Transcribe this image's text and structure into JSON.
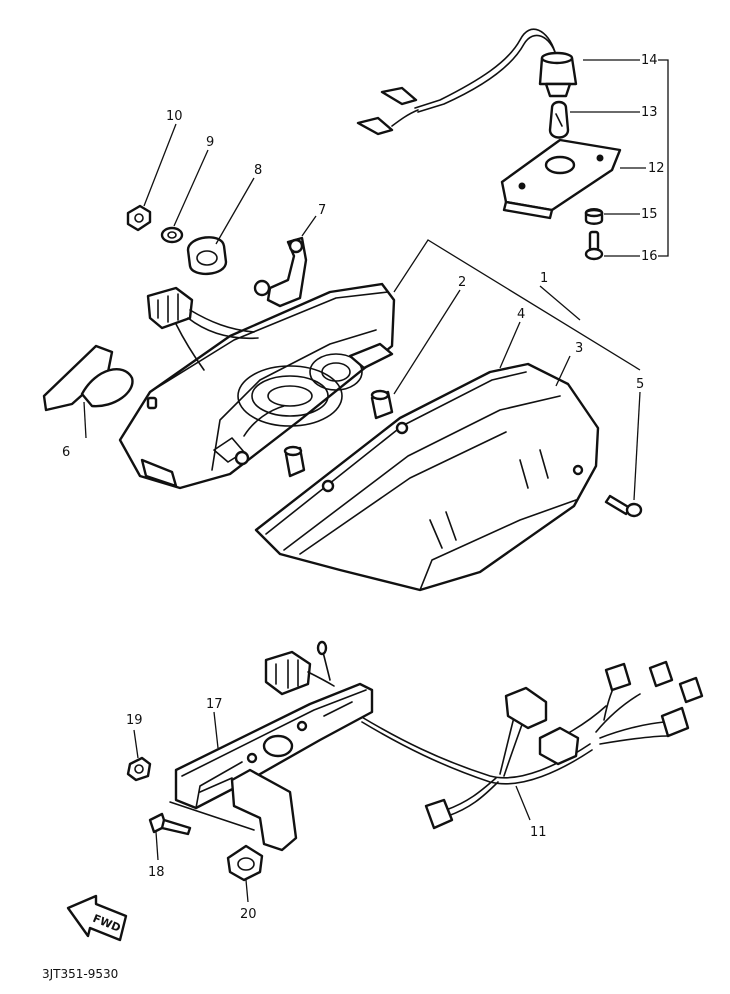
{
  "diagram": {
    "part_labels": {
      "p1": "1",
      "p2": "2",
      "p3": "3",
      "p4": "4",
      "p5": "5",
      "p6": "6",
      "p7": "7",
      "p8": "8",
      "p9": "9",
      "p10": "10",
      "p11": "11",
      "p12": "12",
      "p13": "13",
      "p14": "14",
      "p15": "15",
      "p16": "16",
      "p17": "17",
      "p18": "18",
      "p19": "19",
      "p20": "20"
    },
    "fwd_label": "FWD",
    "drawing_code": "3JT351-9530"
  }
}
